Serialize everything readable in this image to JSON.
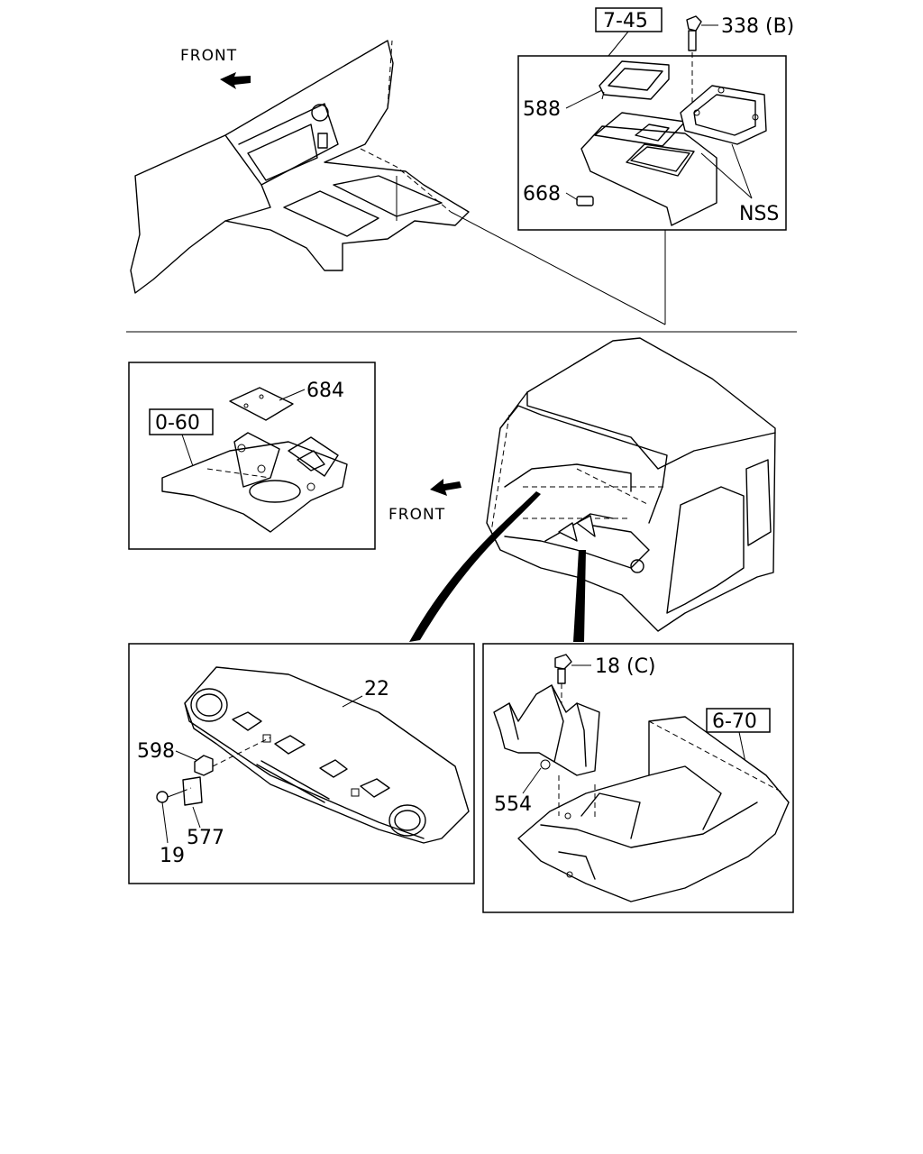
{
  "labels": {
    "front_top": "FRONT",
    "front_mid": "FRONT",
    "ref_7_45": "7-45",
    "ref_0_60": "0-60",
    "ref_6_70": "6-70",
    "p338": "338 (B)",
    "p588": "588",
    "p668": "668",
    "nss": "NSS",
    "p684": "684",
    "p22": "22",
    "p598": "598",
    "p19": "19",
    "p577": "577",
    "p18": "18 (C)",
    "p554": "554"
  }
}
